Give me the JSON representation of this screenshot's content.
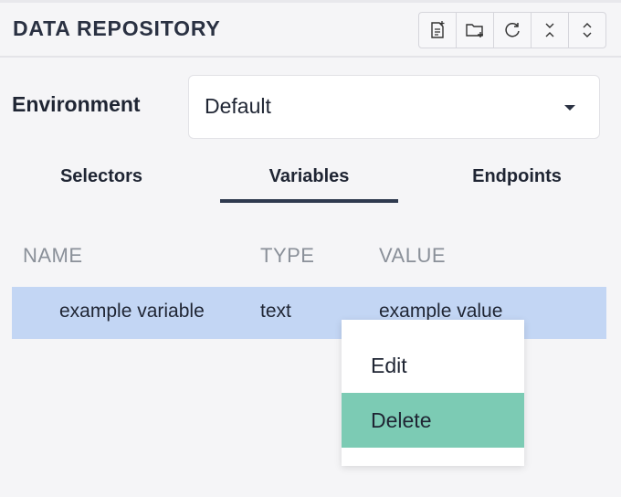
{
  "panel": {
    "title": "DATA REPOSITORY",
    "toolbar": [
      {
        "icon": "new-file-icon"
      },
      {
        "icon": "new-folder-icon"
      },
      {
        "icon": "refresh-icon"
      },
      {
        "icon": "collapse-all-icon"
      },
      {
        "icon": "expand-all-icon"
      }
    ]
  },
  "environment": {
    "label": "Environment",
    "selected": "Default"
  },
  "tabs": [
    {
      "label": "Selectors",
      "active": false
    },
    {
      "label": "Variables",
      "active": true
    },
    {
      "label": "Endpoints",
      "active": false
    }
  ],
  "table": {
    "columns": [
      "NAME",
      "TYPE",
      "VALUE"
    ],
    "rows": [
      {
        "name": "example variable",
        "type": "text",
        "value": "example value",
        "selected": true
      }
    ]
  },
  "context_menu": {
    "items": [
      {
        "label": "Edit",
        "highlighted": false
      },
      {
        "label": "Delete",
        "highlighted": true
      }
    ]
  },
  "colors": {
    "selected_row": "#c3d6f4",
    "menu_highlight": "#7ccbb4",
    "active_tab_underline": "#2f3a4f"
  }
}
